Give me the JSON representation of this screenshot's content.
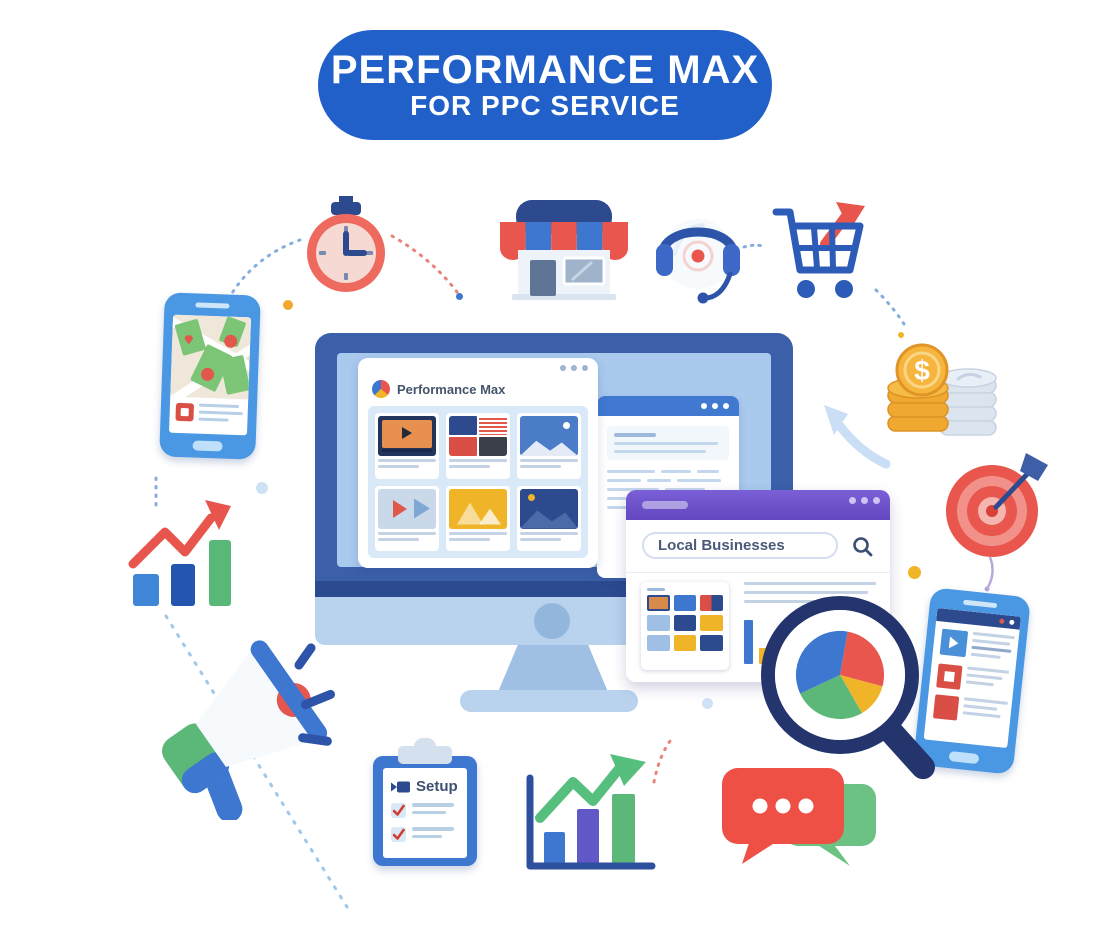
{
  "header": {
    "line1": "PERFORMANCE MAX",
    "line2": "FOR PPC SERVICE"
  },
  "monitor": {
    "window_title": "Performance Max"
  },
  "search_window": {
    "query": "Local Businesses"
  },
  "clipboard": {
    "label": "Setup"
  },
  "coins": {
    "symbol": "$"
  },
  "palette": {
    "pill_blue": "#2160c8",
    "navy": "#2d4a8f",
    "bezel_blue": "#3b5fa9",
    "screen_blue": "#a9c9ed",
    "chin_blue": "#b9d3ef",
    "window_blue": "#4179d0",
    "purple": "#6a4fc8",
    "red": "#e8564e",
    "green": "#5cb878",
    "yellow": "#f0b429",
    "gold": "#f0a830",
    "phone_blue": "#4a97e4",
    "link_blue": "#3e77cf",
    "line_gray": "#c3d2e4",
    "panel_blue": "#d9e9f8",
    "text_dark": "#44546a"
  },
  "icons": [
    "map-phone-icon",
    "stopwatch-icon",
    "storefront-icon",
    "headset-icon",
    "cart-growth-icon",
    "money-coins-icon",
    "swoosh-arrow-icon",
    "target-arrow-icon",
    "content-phone-icon",
    "magnifier-pie-icon",
    "chat-bubbles-icon",
    "growth-bars-icon",
    "setup-clipboard-icon",
    "megaphone-icon",
    "trend-chart-icon",
    "browser-window-icon",
    "search-window-icon",
    "pmx-logo-icon",
    "search-icon",
    "window-dots-icon",
    "play-icon",
    "checkmark-icon",
    "dollar-icon"
  ]
}
